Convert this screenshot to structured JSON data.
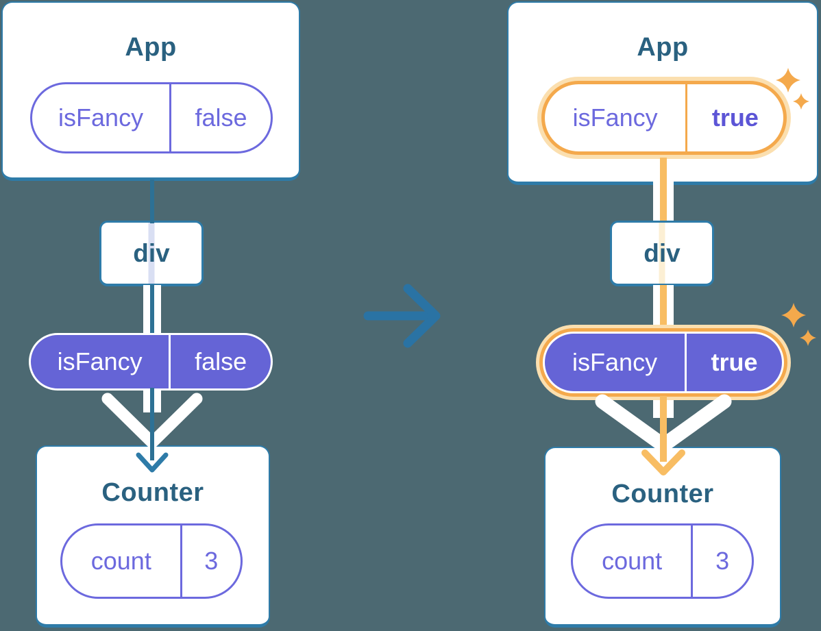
{
  "colors": {
    "bg": "#4c6972",
    "cardBorder": "#2e7ba8",
    "edge": "#2d7195",
    "arrow": "#2a73a4",
    "title": "#2a6180",
    "purple": "#6c69de",
    "purpleBold": "#5c55d6",
    "purpleFill": "#6564d6",
    "orange": "#f4a94c",
    "orangeGlow": "#fbdfaf",
    "orangeLine": "#f8bd63",
    "lavender": "#d9dff3",
    "cream": "#fcefd4"
  },
  "transition": {
    "icon": "arrow-right-icon"
  },
  "before": {
    "app": {
      "title": "App",
      "state": {
        "name": "isFancy",
        "value": "false"
      }
    },
    "div": {
      "label": "div"
    },
    "prop": {
      "name": "isFancy",
      "value": "false"
    },
    "counter": {
      "title": "Counter",
      "state": {
        "name": "count",
        "value": "3"
      }
    }
  },
  "after": {
    "app": {
      "title": "App",
      "state": {
        "name": "isFancy",
        "value": "true"
      }
    },
    "div": {
      "label": "div"
    },
    "prop": {
      "name": "isFancy",
      "value": "true"
    },
    "counter": {
      "title": "Counter",
      "state": {
        "name": "count",
        "value": "3"
      }
    }
  }
}
